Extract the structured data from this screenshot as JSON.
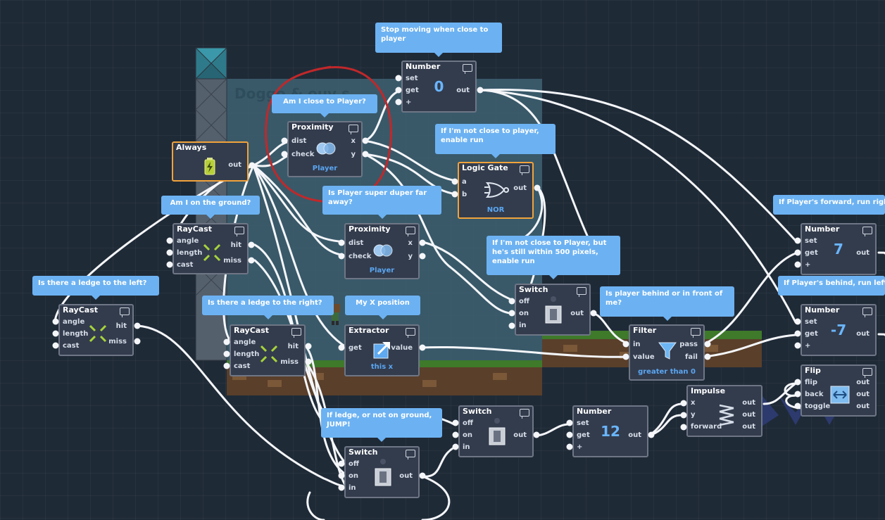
{
  "annotations": {
    "stop_moving": "Stop moving when close to player",
    "am_i_close": "Am I close to Player?",
    "not_close_enable_run": "If I'm not close to player, enable run",
    "on_ground": "Am I on the ground?",
    "super_far": "Is Player super duper far away?",
    "within_500": "If I'm not close to Player, but he's still within 500 pixels, enable run",
    "ledge_left": "Is there a ledge to the left?",
    "ledge_right": "Is there a ledge to the right?",
    "my_x": "My X position",
    "behind_or_front": "Is player behind or in front of me?",
    "ledge_jump": "If ledge, or not on ground, JUMP!",
    "forward_run": "If Player's forward, run right",
    "behind_run": "If Player's behind, run left"
  },
  "nodes": {
    "number_0": {
      "title": "Number",
      "set": "set",
      "get": "get",
      "plus": "+",
      "value": "0",
      "out": "out"
    },
    "proximity_1": {
      "title": "Proximity",
      "dist": "dist",
      "check": "check",
      "x": "x",
      "y": "y",
      "target": "Player"
    },
    "always": {
      "title": "Always",
      "out": "out"
    },
    "logic_gate": {
      "title": "Logic Gate",
      "a": "a",
      "b": "b",
      "out": "out",
      "mode": "NOR"
    },
    "raycast_1": {
      "title": "RayCast",
      "angle": "angle",
      "length": "length",
      "cast": "cast",
      "hit": "hit",
      "miss": "miss"
    },
    "proximity_2": {
      "title": "Proximity",
      "dist": "dist",
      "check": "check",
      "x": "x",
      "y": "y",
      "target": "Player"
    },
    "raycast_left": {
      "title": "RayCast",
      "angle": "angle",
      "length": "length",
      "cast": "cast",
      "hit": "hit",
      "miss": "miss"
    },
    "raycast_right": {
      "title": "RayCast",
      "angle": "angle",
      "length": "length",
      "cast": "cast",
      "hit": "hit",
      "miss": "miss"
    },
    "extractor": {
      "title": "Extractor",
      "get": "get",
      "value": "value",
      "sub": "this x"
    },
    "switch_1": {
      "title": "Switch",
      "off": "off",
      "on": "on",
      "in": "in",
      "out": "out"
    },
    "filter": {
      "title": "Filter",
      "in": "in",
      "value": "value",
      "pass": "pass",
      "fail": "fail",
      "sub": "greater than 0"
    },
    "number_7": {
      "title": "Number",
      "set": "set",
      "get": "get",
      "plus": "+",
      "value": "7",
      "out": "out"
    },
    "number_neg7": {
      "title": "Number",
      "set": "set",
      "get": "get",
      "plus": "+",
      "value": "-7",
      "out": "out"
    },
    "flip": {
      "title": "Flip",
      "flip": "flip",
      "back": "back",
      "toggle": "toggle",
      "out": "out"
    },
    "impulse": {
      "title": "Impulse",
      "x": "x",
      "y": "y",
      "forward": "forward",
      "out": "out"
    },
    "switch_2": {
      "title": "Switch",
      "off": "off",
      "on": "on",
      "in": "in",
      "out": "out"
    },
    "number_12": {
      "title": "Number",
      "set": "set",
      "get": "get",
      "plus": "+",
      "value": "12",
      "out": "out"
    },
    "switch_3": {
      "title": "Switch",
      "off": "off",
      "on": "on",
      "in": "in",
      "out": "out"
    }
  },
  "colors": {
    "canvas": "#1f2a37",
    "node": "#333c4d",
    "node_border": "#6e7685",
    "selected_border": "#f1a33b",
    "bubble": "#6cb2f2",
    "accent_text": "#5aa6f2",
    "annotation_circle": "#c0282a"
  }
}
